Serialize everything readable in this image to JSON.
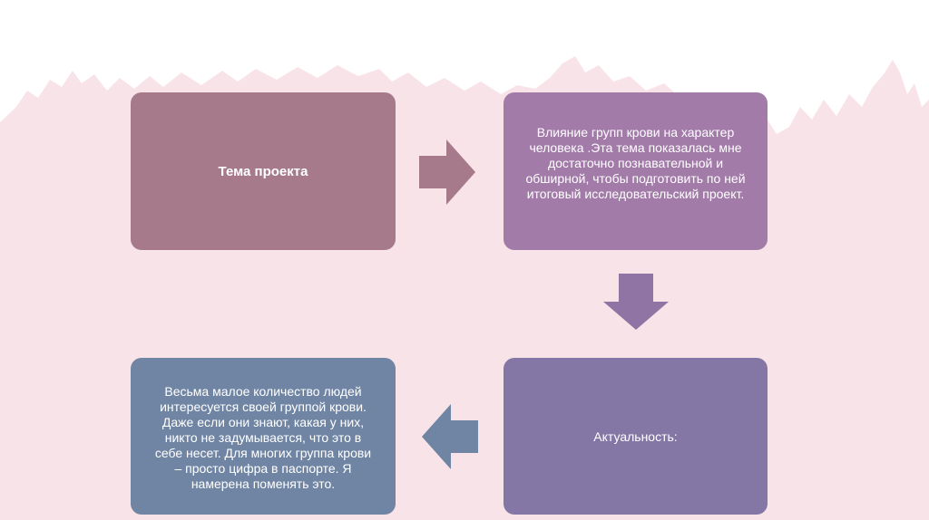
{
  "colors": {
    "background": "#ffffff",
    "backdrop_pink": "#f8e3e8",
    "topic_box": "#a67a8b",
    "description_box": "#a27ba9",
    "relevance_box": "#8477a6",
    "explanation_box": "#7085a3",
    "arrow_right": "#a67a8b",
    "arrow_down": "#8f74a4",
    "arrow_left": "#7085a3"
  },
  "boxes": {
    "topic": "Тема проекта",
    "description": "Влияние групп крови на характер человека .Эта тема показалась мне достаточно познавательной и обширной, чтобы подготовить по ней итоговый исследовательский проект.",
    "relevance": "Актуальность:",
    "explanation": "Весьма малое количество людей интересуется своей группой крови. Даже если они знают, какая у них, никто не задумывается, что это в себе несет. Для многих группа крови – просто цифра в паспорте. Я намерена поменять это."
  },
  "arrows": {
    "topic_to_description": "arrow-right-icon",
    "description_to_relevance": "arrow-down-icon",
    "relevance_to_explanation": "arrow-left-icon"
  }
}
